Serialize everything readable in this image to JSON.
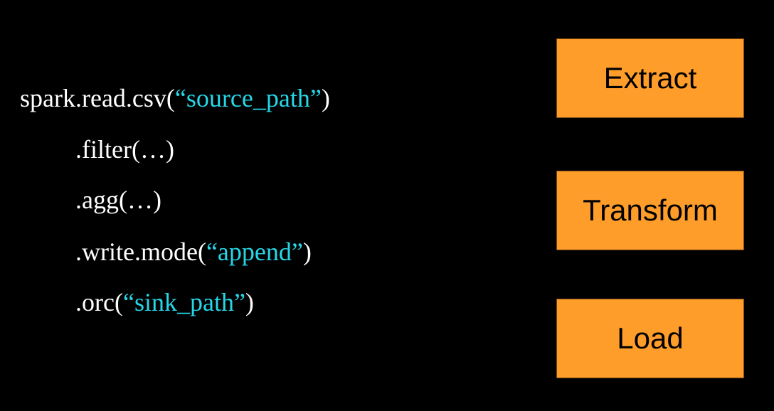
{
  "code": {
    "line1": {
      "pre": "spark.read.csv(",
      "str": "“source_path”",
      "post": ")"
    },
    "line2": {
      "text": ".filter(…)"
    },
    "line3": {
      "text": ".agg(…)"
    },
    "line4": {
      "pre": ".write.mode(",
      "str": "“append”",
      "post": ")"
    },
    "line5": {
      "pre": ".orc(",
      "str": "“sink_path”",
      "post": ")"
    }
  },
  "stages": {
    "extract": "Extract",
    "transform": "Transform",
    "load": "Load"
  },
  "colors": {
    "background": "#000000",
    "code_text": "#ffffff",
    "string_literal": "#26d7e8",
    "stage_box": "#ff9d2a"
  }
}
